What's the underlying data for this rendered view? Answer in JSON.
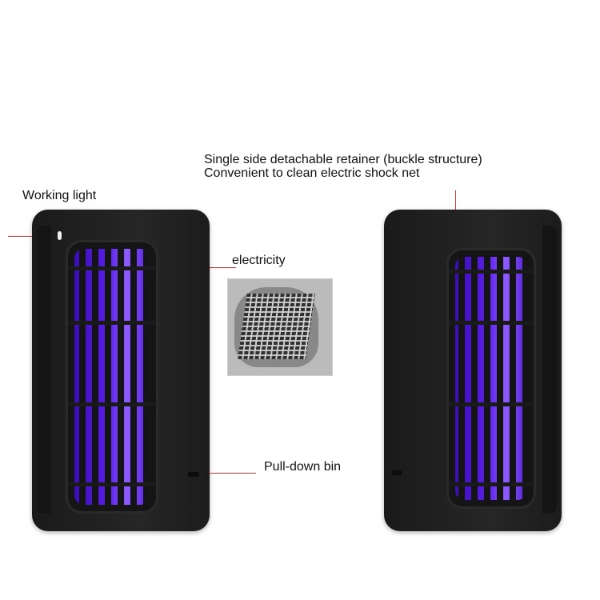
{
  "annotations": {
    "working_light": "Working light",
    "electricity": "electricity",
    "pull_down_bin": "Pull-down bin",
    "retainer_line1": "Single side detachable retainer (buckle structure)",
    "retainer_line2": "Convenient to clean electric shock net"
  },
  "colors": {
    "leader_line": "#d23a3a",
    "uv_glow": "#5a1ee8",
    "body": "#1f1f1f"
  }
}
